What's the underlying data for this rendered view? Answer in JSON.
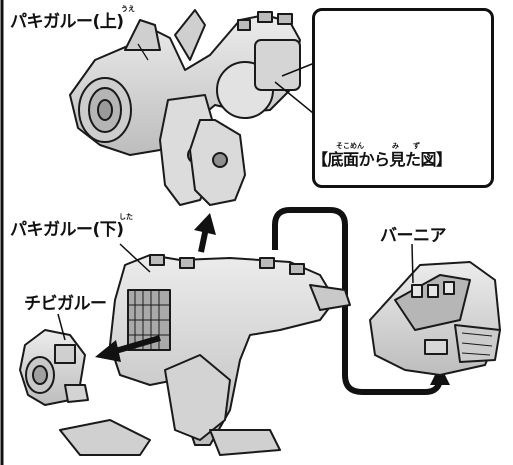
{
  "labels": {
    "upper": "パキガルー(上)",
    "upper_ruby": "うえ",
    "lower": "パキガルー(下)",
    "lower_ruby": "した",
    "small": "チビガルー",
    "banner": "バーニア",
    "inset_caption": "【底面から見た図】",
    "inset_ruby": "そこめん　　　　み　　ず"
  },
  "colors": {
    "figure_fill": "#d9d9d9",
    "figure_dark": "#9a9a9a",
    "outline": "#1a1a1a",
    "arrow": "#111111"
  },
  "icons": [
    "arrow-up-icon",
    "arrow-left-icon",
    "curved-arrow-icon"
  ]
}
